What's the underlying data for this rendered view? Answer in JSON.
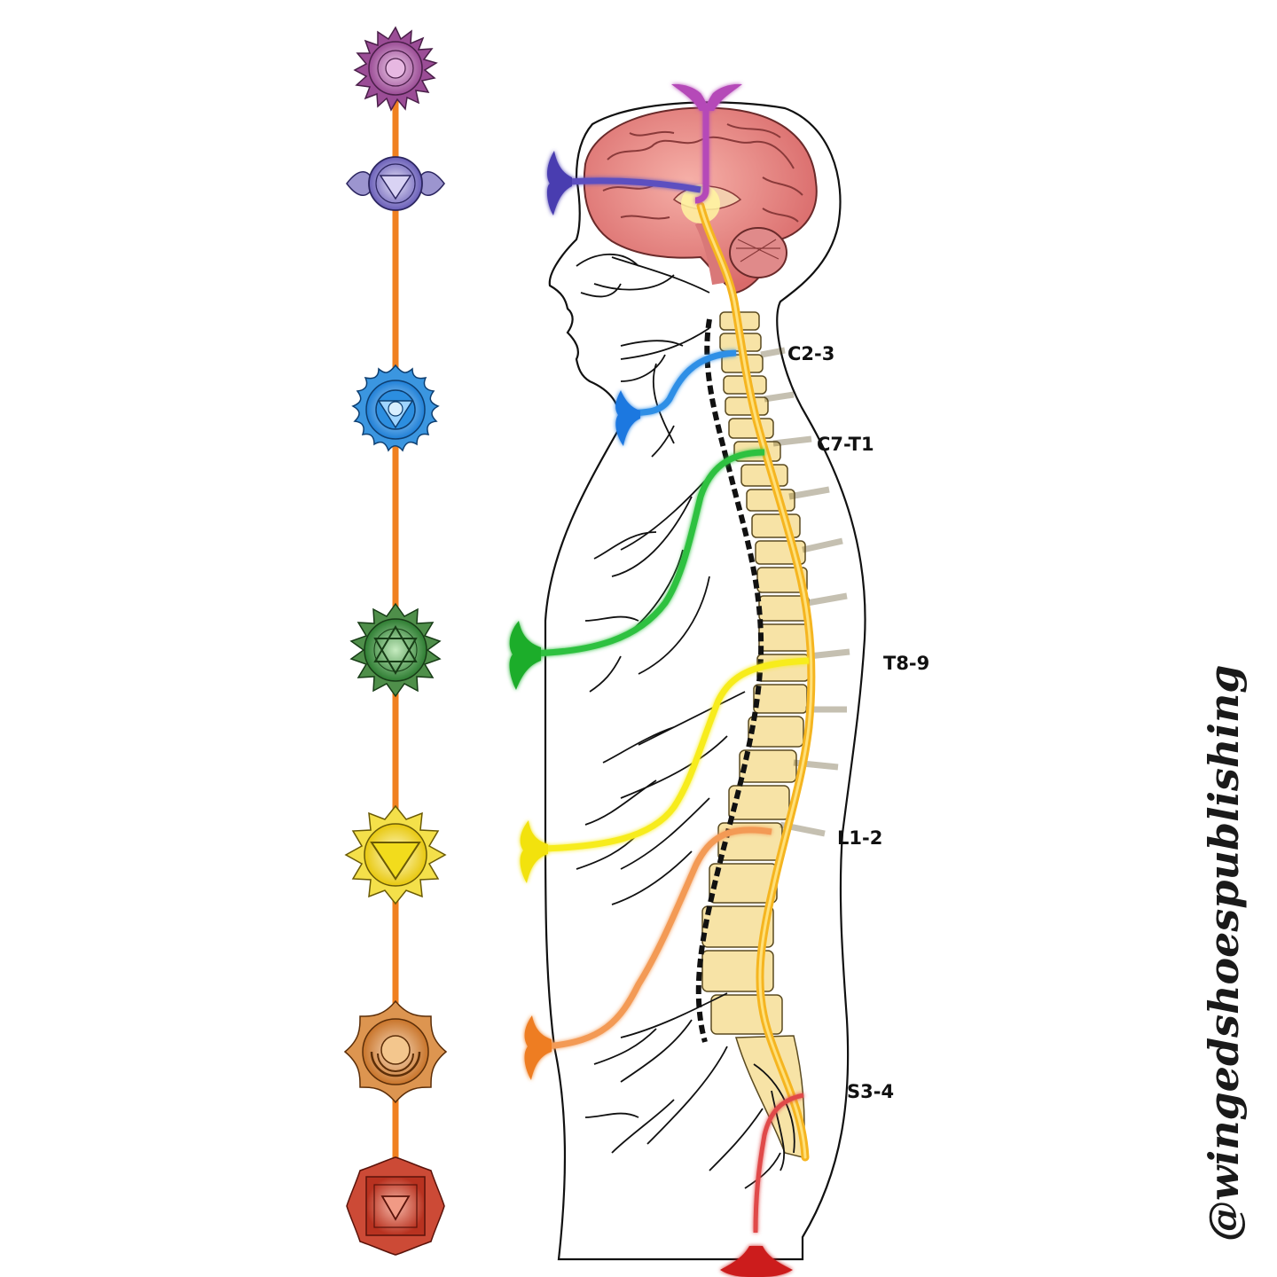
{
  "vertebra_labels": {
    "c2_3": "C2-3",
    "c7_t1": "C7-T1",
    "t8_9": "T8-9",
    "l1_2": "L1-2",
    "s3_4": "S3-4"
  },
  "watermark": "@wingedshoespublishing",
  "colors": {
    "crown": "#9b4d96",
    "third_eye": "#5b4fb0",
    "throat": "#1f7fd6",
    "heart": "#2e8b3a",
    "solar_plexus": "#f2dc1c",
    "sacral": "#e2822b",
    "root": "#c0392b",
    "channel": "#f08020",
    "spine": "#f5b520",
    "brain": "#e28080"
  }
}
